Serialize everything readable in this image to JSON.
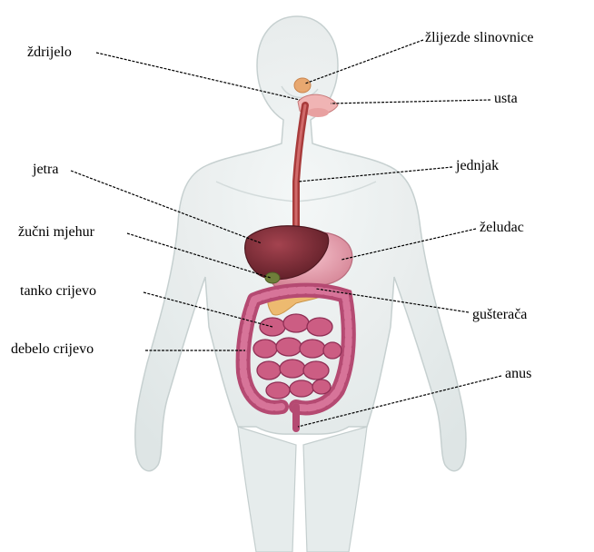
{
  "labels": {
    "zdrijelo": "ždrijelo",
    "zlijezde": "žlijezde slinovnice",
    "usta": "usta",
    "jetra": "jetra",
    "jednjak": "jednjak",
    "zucni": "žučni mjehur",
    "zeludac": "želudac",
    "tanko": "tanko crijevo",
    "gusteraca": "gušterača",
    "debelo": "debelo crijevo",
    "anus": "anus"
  },
  "colors": {
    "body": "#e9eeee",
    "body_outline": "#c9d3d3",
    "esophagus": "#a83b3b",
    "liver": "#7a2a34",
    "stomach": "#e39aa8",
    "pancreas": "#eeb86a",
    "intestine": "#c9577c",
    "intestine_dark": "#8f2f55",
    "gland": "#e8b07a",
    "leader_line": "#000000"
  }
}
